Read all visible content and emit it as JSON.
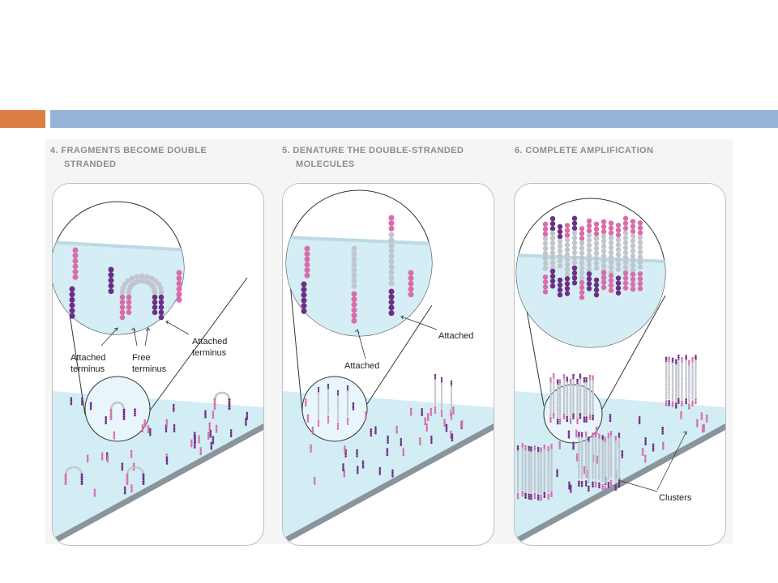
{
  "colors": {
    "accent": "#dc7f45",
    "title_bar": "#94b3d5",
    "pink": "#d86da9",
    "purple": "#6b2f84",
    "gray_bead": "#c0c6cd",
    "surface": "#cfe9f2"
  },
  "steps": [
    {
      "title_line1": "4. FRAGMENTS BECOME DOUBLE",
      "title_line2": "STRANDED",
      "labels": {
        "attached_terminus_line1": "Attached",
        "attached_terminus_line2": "terminus",
        "free_terminus_line1": "Free",
        "free_terminus_line2": "terminus",
        "attached_terminus2_line1": "Attached",
        "attached_terminus2_line2": "terminus"
      }
    },
    {
      "title_line1": "5. DENATURE THE DOUBLE-STRANDED",
      "title_line2": "MOLECULES",
      "labels": {
        "attached_right": "Attached",
        "attached_left": "Attached"
      }
    },
    {
      "title_line1": "6. COMPLETE AMPLIFICATION",
      "title_line2": "",
      "labels": {
        "clusters": "Clusters"
      }
    }
  ]
}
